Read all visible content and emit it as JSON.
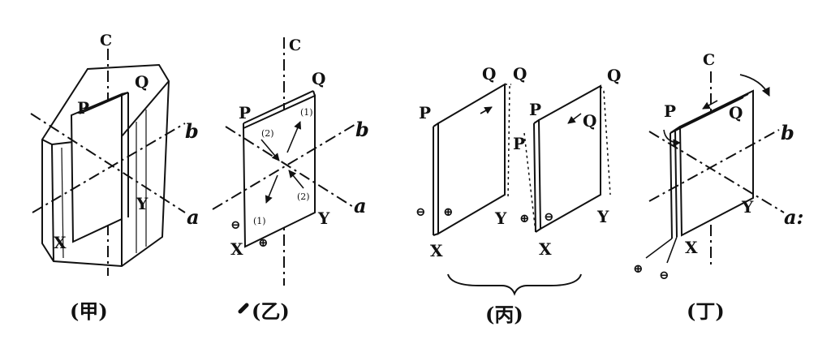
{
  "panels": [
    {
      "caption": "(甲)",
      "labels": {
        "c": "C",
        "b": "b",
        "a": "a",
        "p": "P",
        "q": "Q",
        "x": "X",
        "y": "Y"
      }
    },
    {
      "caption": "(乙)",
      "labels": {
        "c": "C",
        "b": "b",
        "a": "a",
        "p": "P",
        "q": "Q",
        "x": "X",
        "y": "Y",
        "num1_top": "(1)",
        "num2_top": "(2)",
        "num2_bottom": "(2)",
        "num1_bottom": "(1)",
        "minus": "⊖",
        "plus": "⊕"
      }
    },
    {
      "caption": "(丙)",
      "left_plate": {
        "p": "P",
        "q": "Q",
        "x": "X",
        "y": "Y",
        "minus": "⊖",
        "plus": "⊕"
      },
      "right_plate": {
        "p": "P",
        "p_prime": "P",
        "q": "Q",
        "q_inner": "Q",
        "x": "X",
        "y": "Y",
        "plus": "⊕",
        "minus": "⊖",
        "q_outer": "Q"
      }
    },
    {
      "caption": "(丁)",
      "labels": {
        "c": "C",
        "b": "b",
        "a": "a:",
        "p": "P",
        "q": "Q",
        "x": "X",
        "y": "Y",
        "plus": "⊕",
        "minus": "⊖"
      }
    }
  ],
  "colors": {
    "ink": "#111111",
    "paper": "#ffffff"
  }
}
